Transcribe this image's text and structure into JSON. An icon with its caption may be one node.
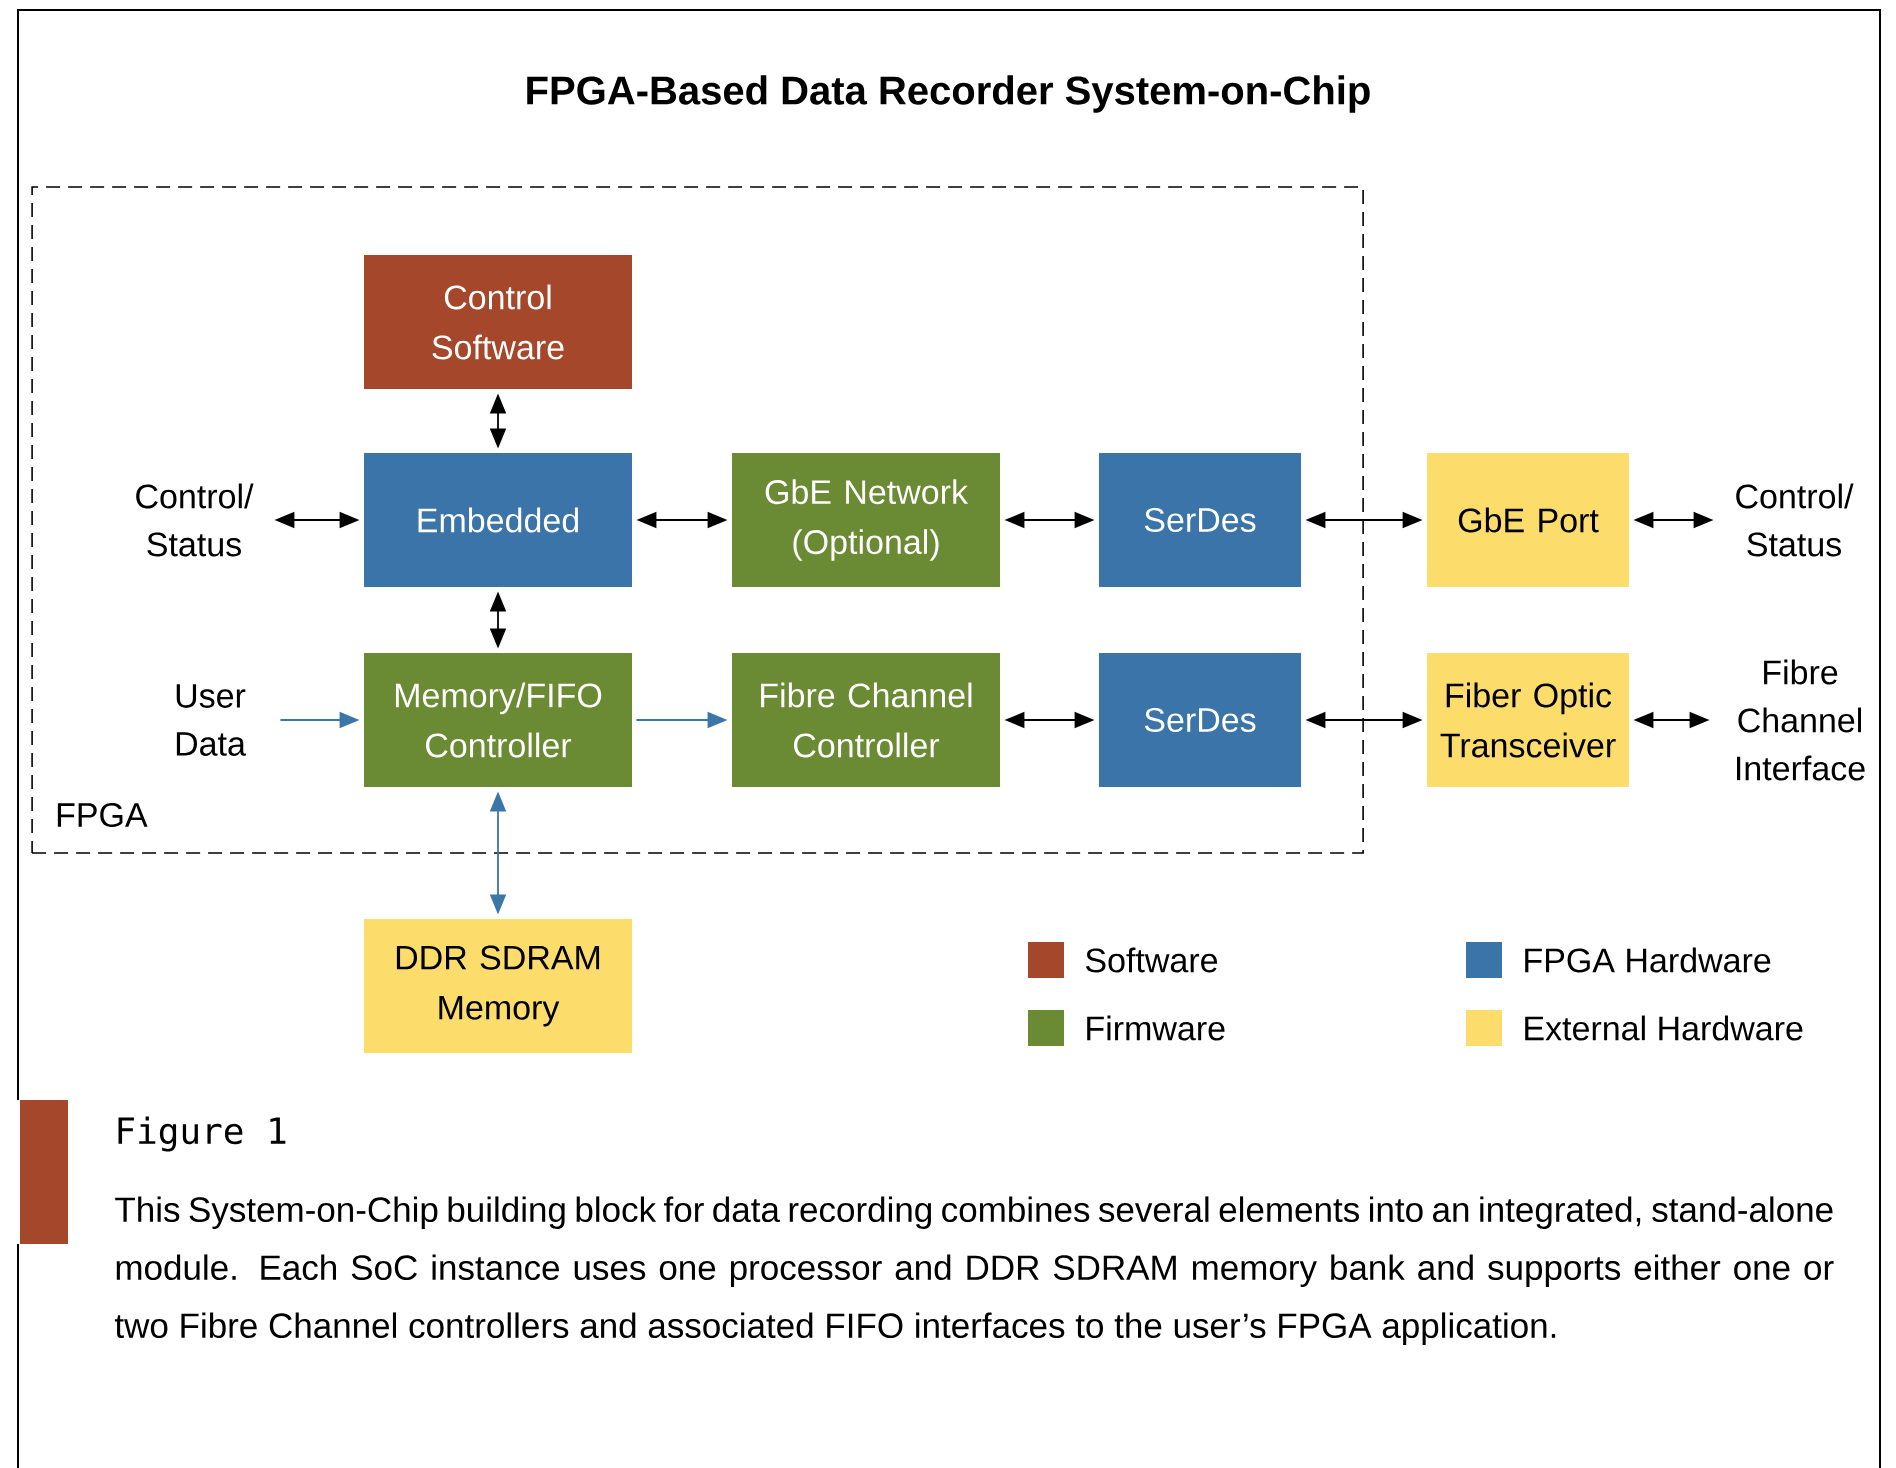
{
  "diagram": {
    "title": "FPGA-Based Data Recorder System-on-Chip",
    "caption": "This System-on-Chip building block for data recording combines several elements into an integrated, stand-alone module. Each SoC instance uses one processor and DDR SDRAM memory bank and supports either one or two Fibre Channel controllers and associated FIFO interfaces to the user’s FPGA application.",
    "nodes": [
      {
        "text": [
          "FPGA"
        ]
      },
      {
        "text": [
          "Control Software"
        ],
        "in": 0
      },
      {
        "text": [
          "Embedded"
        ],
        "in": 0
      },
      {
        "text": [
          "GbE Network (Optional)"
        ],
        "in": 0
      },
      {
        "text": [
          "SerDes"
        ],
        "in": 0
      },
      {
        "text": [
          "Memory/FIFO Controller"
        ],
        "in": 0
      },
      {
        "text": [
          "Fibre Channel Controller"
        ],
        "in": 0
      },
      {
        "text": [
          "SerDes"
        ],
        "in": 0
      },
      {
        "text": [
          "GbE Port"
        ]
      },
      {
        "text": [
          "Fiber Optic Transceiver"
        ]
      },
      {
        "text": [
          "DDR SDRAM Memory"
        ]
      },
      {
        "text": [
          "Control/ Status"
        ],
        "in": 0
      },
      {
        "text": [
          "User Data"
        ],
        "in": 0
      },
      {
        "text": [
          "Control/ Status"
        ]
      },
      {
        "text": [
          "Fibre Channel Interface"
        ]
      }
    ],
    "edges": [
      {
        "from": 1,
        "to": 2,
        "arrow": "both"
      },
      {
        "from": 11,
        "to": 2,
        "arrow": "both"
      },
      {
        "from": 2,
        "to": 3,
        "arrow": "both"
      },
      {
        "from": 3,
        "to": 4,
        "arrow": "both"
      },
      {
        "from": 4,
        "to": 8,
        "arrow": "both"
      },
      {
        "from": 8,
        "to": 13,
        "arrow": "both"
      },
      {
        "from": 2,
        "to": 5,
        "arrow": "both"
      },
      {
        "from": 12,
        "to": 5,
        "arrow": "to",
        "color": "#3a76a8"
      },
      {
        "from": 5,
        "to": 6,
        "arrow": "to",
        "color": "#3a76a8"
      },
      {
        "from": 6,
        "to": 7,
        "arrow": "both"
      },
      {
        "from": 7,
        "to": 9,
        "arrow": "both"
      },
      {
        "from": 9,
        "to": 14,
        "arrow": "both"
      },
      {
        "from": 5,
        "to": 10,
        "arrow": "both",
        "color": "#3a76a8"
      }
    ],
    "labels": [
      "Figure 1"
    ],
    "legend": [
      {
        "text": "Software",
        "color": "#a5472a"
      },
      {
        "text": "Firmware",
        "color": "#6a8a33"
      },
      {
        "text": "FPGA Hardware",
        "color": "#3a74a8"
      },
      {
        "text": "External Hardware",
        "color": "#fcdc6a"
      }
    ]
  }
}
